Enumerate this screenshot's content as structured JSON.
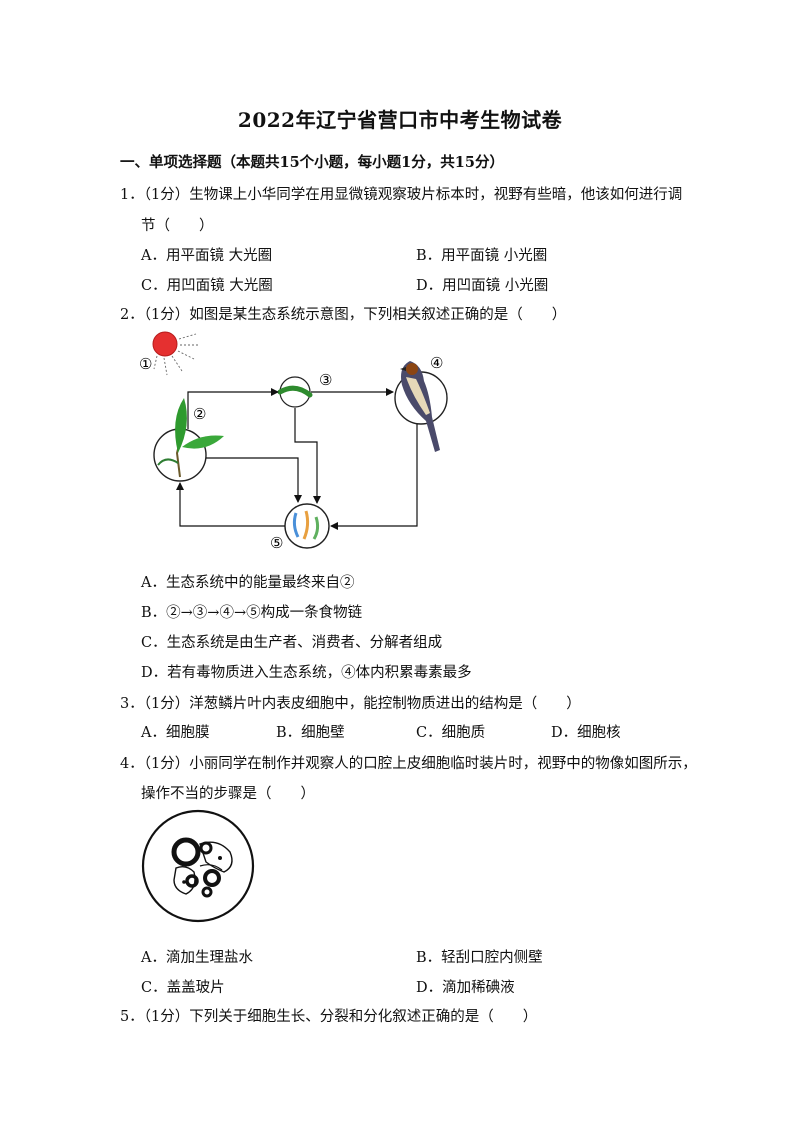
{
  "document": {
    "title": "2022年辽宁省营口市中考生物试卷",
    "section_1": "一、单项选择题（本题共15个小题，每小题1分，共15分）"
  },
  "q1": {
    "line1": "1．（1分）生物课上小华同学在用显微镜观察玻片标本时，视野有些暗，他该如何进行调",
    "line2": "节（　　）",
    "A": "A．用平面镜 大光圈",
    "B": "B．用平面镜 小光圈",
    "C": "C．用凹面镜 大光圈",
    "D": "D．用凹面镜 小光圈"
  },
  "q2": {
    "line1": "2．（1分）如图是某生态系统示意图，下列相关叙述正确的是（　　）",
    "diagram_labels": [
      "①",
      "②",
      "③",
      "④",
      "⑤"
    ],
    "A": "A．生态系统中的能量最终来自②",
    "B": "B．②→③→④→⑤构成一条食物链",
    "C": "C．生态系统是由生产者、消费者、分解者组成",
    "D": "D．若有毒物质进入生态系统，④体内积累毒素最多"
  },
  "q3": {
    "line1": "3．（1分）洋葱鳞片叶内表皮细胞中，能控制物质进出的结构是（　　）",
    "A": "A．细胞膜",
    "B": "B．细胞壁",
    "C": "C．细胞质",
    "D": "D．细胞核"
  },
  "q4": {
    "line1": "4．（1分）小丽同学在制作并观察人的口腔上皮细胞临时装片时，视野中的物像如图所示，",
    "line2": "操作不当的步骤是（　　）",
    "A": "A．滴加生理盐水",
    "B": "B．轻刮口腔内侧壁",
    "C": "C．盖盖玻片",
    "D": "D．滴加稀碘液"
  },
  "q5": {
    "line1": "5．（1分）下列关于细胞生长、分裂和分化叙述正确的是（　　）"
  }
}
